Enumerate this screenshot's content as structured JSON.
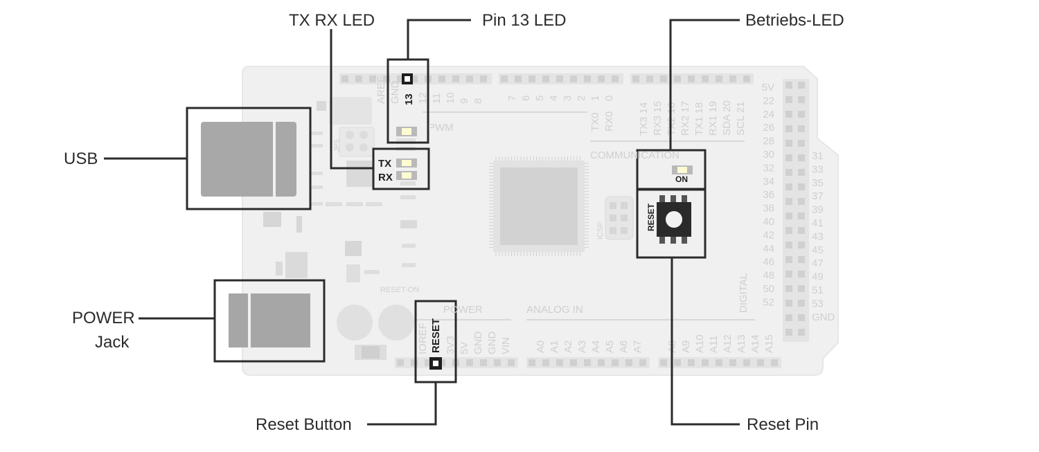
{
  "callouts": {
    "tx_rx_led": "TX RX LED",
    "pin13_led": "Pin 13 LED",
    "betriebs_led": "Betriebs-LED",
    "usb": "USB",
    "power_jack_line1": "POWER",
    "power_jack_line2": "Jack",
    "reset_button": "Reset Button",
    "reset_pin": "Reset Pin"
  },
  "board": {
    "top_header_left": [
      "AREF",
      "GND",
      "13",
      "12",
      "11",
      "10",
      "9",
      "8"
    ],
    "top_header_mid": [
      "7",
      "6",
      "5",
      "4",
      "3",
      "2",
      "1",
      "0"
    ],
    "tx_rx": [
      "TX0",
      "RX0"
    ],
    "comm_pins": [
      "TX3 14",
      "RX3 15",
      "TX2 16",
      "RX2 17",
      "TX1 18",
      "RX1 19",
      "SDA 20",
      "SCL 21"
    ],
    "pwm": "PWM",
    "communication": "COMMUNICATION",
    "jp5": "JP5",
    "tx": "TX",
    "rx": "RX",
    "on": "ON",
    "reset_switch": "RESET",
    "icsp": "ICSP",
    "reset_on": "RESET-ON",
    "power": "POWER",
    "analog_in": "ANALOG IN",
    "power_pins": [
      "IOREF",
      "RESET",
      "3V3",
      "5V",
      "GND",
      "GND",
      "VIN"
    ],
    "analog_pins_a": [
      "A0",
      "A1",
      "A2",
      "A3",
      "A4",
      "A5",
      "A6",
      "A7"
    ],
    "analog_pins_b": [
      "A8",
      "A9",
      "A10",
      "A11",
      "A12",
      "A13",
      "A14",
      "A15"
    ],
    "digital": "DIGITAL",
    "right_left_col": [
      "5V",
      "22",
      "24",
      "26",
      "28",
      "30",
      "32",
      "34",
      "36",
      "38",
      "40",
      "42",
      "44",
      "46",
      "48",
      "50",
      "52"
    ],
    "right_right_col": [
      "31",
      "33",
      "35",
      "37",
      "39",
      "41",
      "43",
      "45",
      "47",
      "49",
      "51",
      "53",
      "GND"
    ]
  }
}
